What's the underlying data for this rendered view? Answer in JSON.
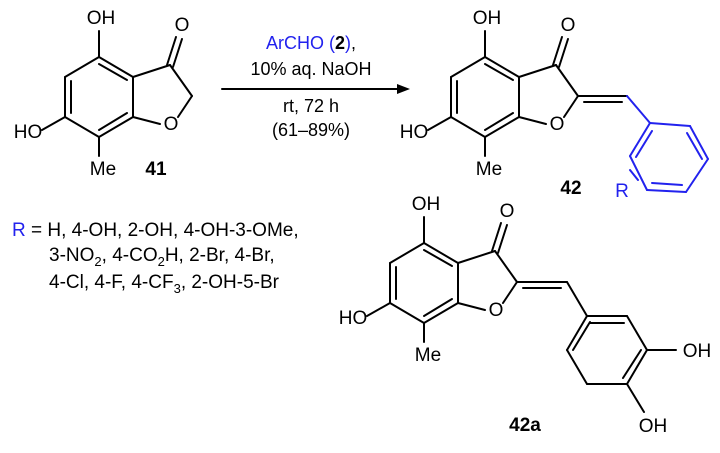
{
  "reactant": {
    "oh_top": "OH",
    "oxo": "O",
    "ring_o": "O",
    "ho_left": "HO",
    "me": "Me",
    "number": "41"
  },
  "conditions": {
    "reagent": "ArCHO",
    "reagent_ref": "2",
    "base": "10% aq. NaOH",
    "time": "rt, 72 h",
    "yield": "(61–89%)"
  },
  "product": {
    "oh_top": "OH",
    "oxo": "O",
    "ring_o": "O",
    "ho_left": "HO",
    "me": "Me",
    "r_group": "R",
    "number": "42"
  },
  "r_definition": {
    "symbol": "R",
    "line1_rest": " = H, 4-OH, 2-OH, 4-OH-3-OMe,",
    "line2a": "3-NO",
    "line2_sub1": "2",
    "line2b": ", 4-CO",
    "line2_sub2": "2",
    "line2c": "H, 2-Br, 4-Br,",
    "line3a": "4-Cl, 4-F, 4-CF",
    "line3_sub": "3",
    "line3b": ", 2-OH-5-Br"
  },
  "example": {
    "oh_top": "OH",
    "oxo": "O",
    "ring_o": "O",
    "ho_left": "HO",
    "me": "Me",
    "oh_meta": "OH",
    "oh_para": "OH",
    "number": "42a"
  },
  "colors": {
    "accent": "#2222ee",
    "ink": "#000000"
  }
}
